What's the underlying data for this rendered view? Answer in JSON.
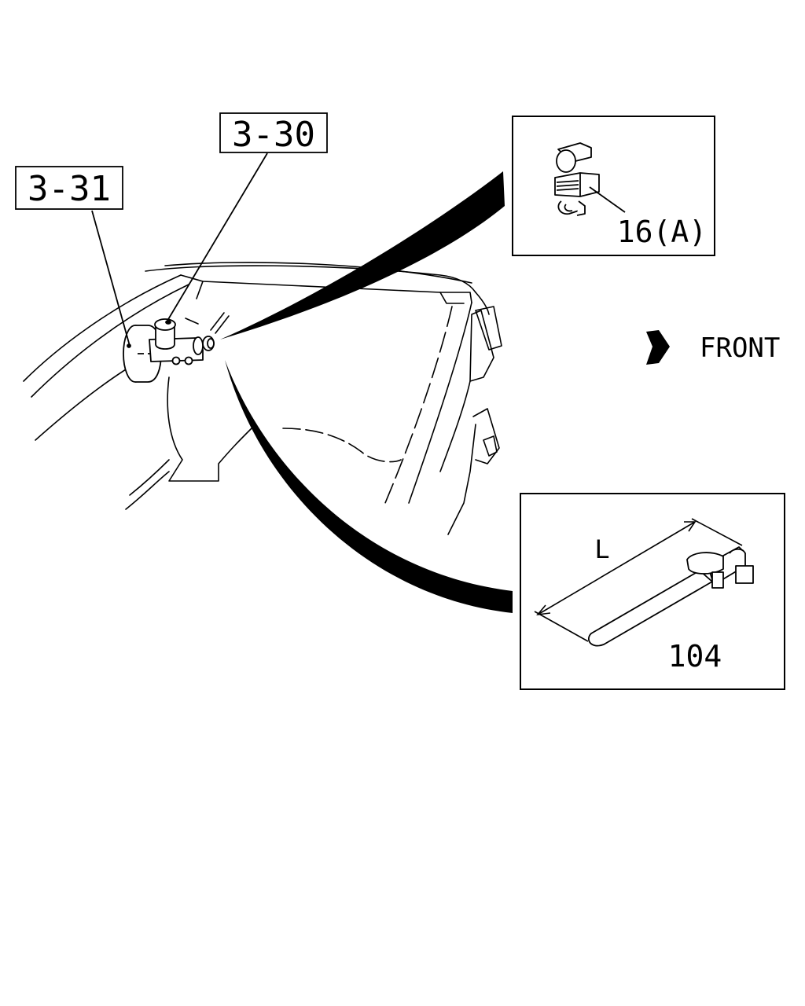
{
  "callouts": {
    "ref_3_31": "3-31",
    "ref_3_30": "3-30",
    "clip_part": "16(A)",
    "pin_part": "104",
    "dimension": "L"
  },
  "direction": {
    "label": "FRONT",
    "icon": "arrow-right-icon"
  },
  "colors": {
    "ink": "#000000",
    "paper": "#ffffff"
  }
}
